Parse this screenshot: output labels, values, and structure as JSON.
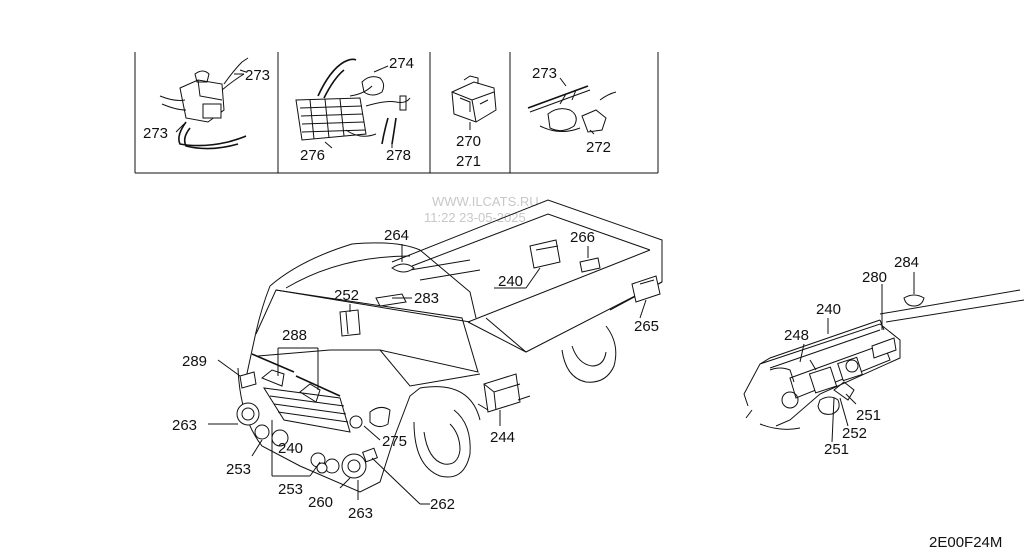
{
  "watermark": {
    "line1": "WWW.ILCATS.RU",
    "line2": "11:22 23-05-2025"
  },
  "diagram_code": "2E00F24M",
  "labels": {
    "inset1": [
      "273",
      "273"
    ],
    "inset2": [
      "274",
      "276",
      "278"
    ],
    "inset3": [
      "270",
      "271"
    ],
    "inset4": [
      "273",
      "272"
    ],
    "main": [
      "264",
      "266",
      "240",
      "252",
      "283",
      "265",
      "288",
      "289",
      "263",
      "240",
      "253",
      "253",
      "260",
      "263",
      "262",
      "275",
      "244"
    ],
    "dash": [
      "284",
      "280",
      "240",
      "248",
      "251",
      "252",
      "251"
    ]
  }
}
